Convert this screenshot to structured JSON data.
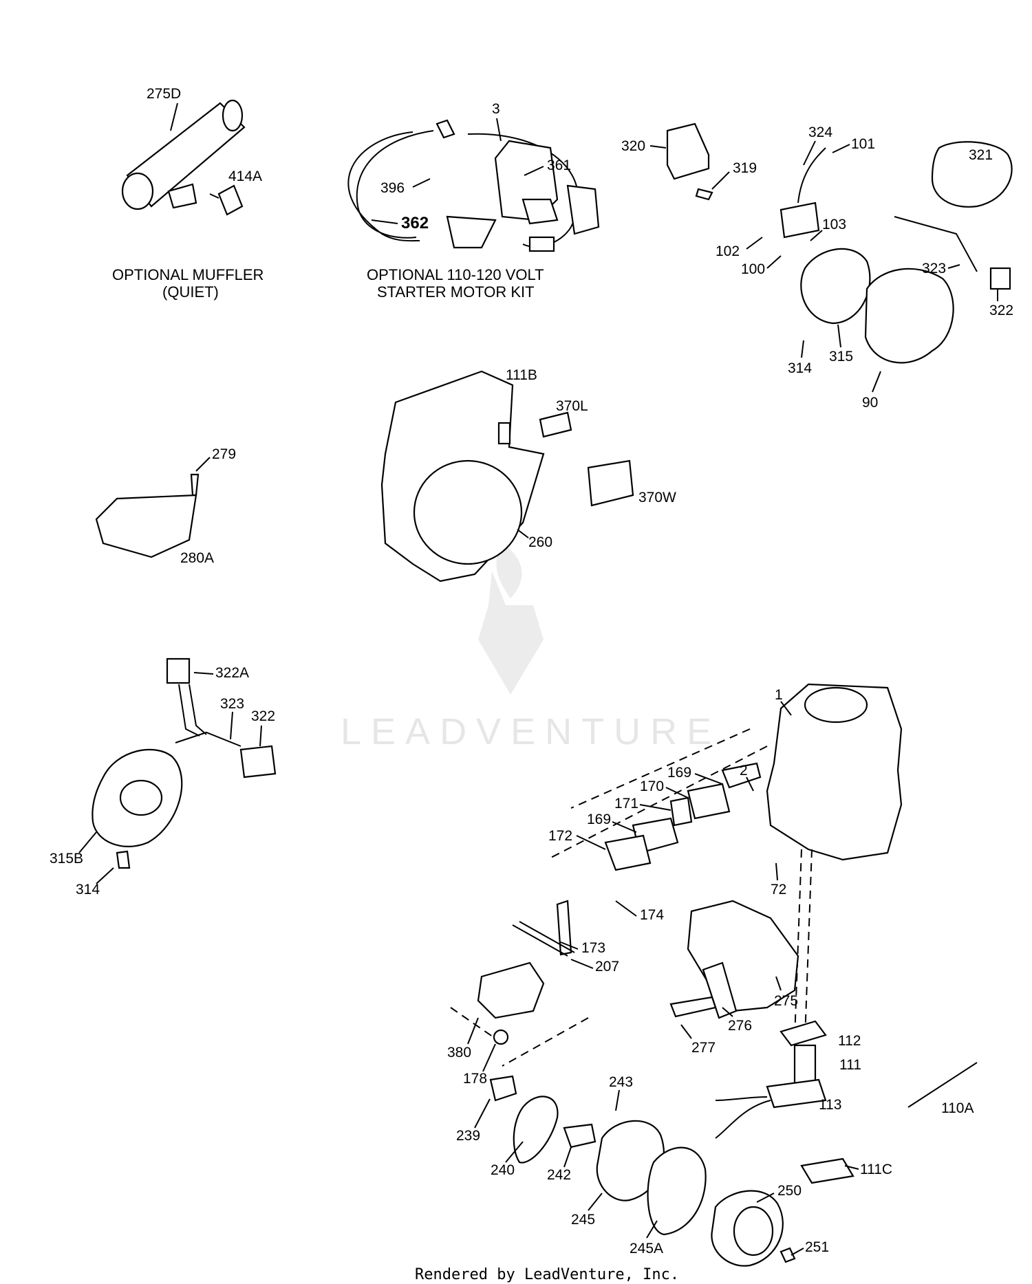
{
  "watermark": "LEADVENTURE",
  "footer": "Rendered by LeadVenture, Inc.",
  "captions": {
    "muffler_line1": "OPTIONAL MUFFLER",
    "muffler_line2": "(QUIET)",
    "starter_line1": "OPTIONAL 110-120 VOLT",
    "starter_line2": "STARTER MOTOR KIT"
  },
  "callouts": {
    "c275D": "275D",
    "c414A": "414A",
    "c3": "3",
    "c361": "361",
    "c396": "396",
    "c362": "362",
    "c320": "320",
    "c319": "319",
    "c324": "324",
    "c101": "101",
    "c321": "321",
    "c102": "102",
    "c103": "103",
    "c100": "100",
    "c323a": "323",
    "c322a": "322",
    "c314a": "314",
    "c315": "315",
    "c90": "90",
    "c111B": "111B",
    "c370L": "370L",
    "c370W": "370W",
    "c260": "260",
    "c279": "279",
    "c280A": "280A",
    "c322A": "322A",
    "c323b": "323",
    "c322b": "322",
    "c315B": "315B",
    "c314b": "314",
    "c1": "1",
    "c169a": "169",
    "c2": "2",
    "c170": "170",
    "c171": "171",
    "c169b": "169",
    "c172": "172",
    "c72": "72",
    "c174": "174",
    "c173": "173",
    "c207": "207",
    "c275": "275",
    "c276": "276",
    "c277": "277",
    "c380": "380",
    "c112": "112",
    "c111": "111",
    "c178": "178",
    "c243": "243",
    "c113": "113",
    "c110A": "110A",
    "c239": "239",
    "c240": "240",
    "c242": "242",
    "c111C": "111C",
    "c250": "250",
    "c245": "245",
    "c245A": "245A",
    "c251": "251"
  }
}
